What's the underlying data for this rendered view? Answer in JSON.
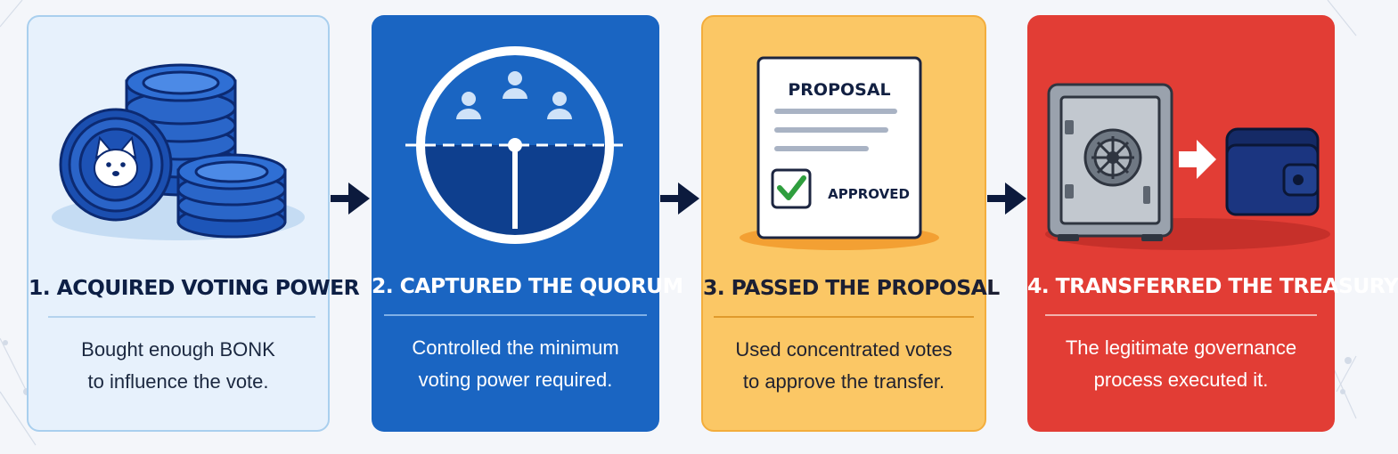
{
  "steps": [
    {
      "title": "1. ACQUIRED VOTING POWER",
      "desc": [
        "Bought enough BONK",
        "to influence the vote."
      ],
      "illustration": "coin-stacks-icon",
      "color": "#e7f1fc"
    },
    {
      "title": "2. CAPTURED THE QUORUM",
      "desc": [
        "Controlled the minimum",
        "voting power required."
      ],
      "illustration": "quorum-gauge-icon",
      "color": "#1a65c2"
    },
    {
      "title": "3. PASSED THE PROPOSAL",
      "desc": [
        "Used concentrated votes",
        "to approve the transfer."
      ],
      "illustration": "approved-proposal-icon",
      "color": "#fbc765",
      "document": {
        "heading": "PROPOSAL",
        "stamp": "APPROVED"
      }
    },
    {
      "title": "4. TRANSFERRED THE TREASURY",
      "desc": [
        "The legitimate governance",
        "process executed it."
      ],
      "illustration": "vault-to-wallet-icon",
      "color": "#e23d35"
    }
  ],
  "connector": "arrow-right-icon"
}
